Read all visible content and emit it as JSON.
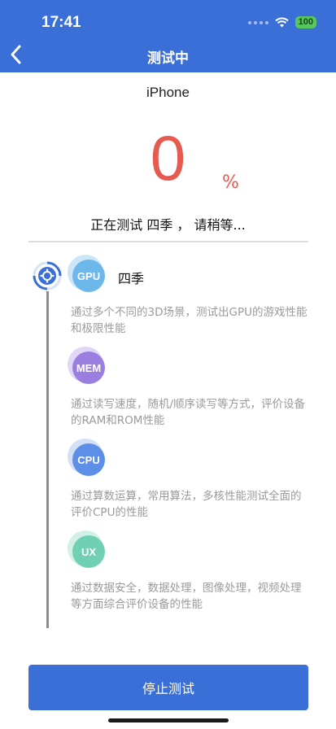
{
  "status_bar": {
    "time": "17:41",
    "battery": "100"
  },
  "nav": {
    "title": "测试中"
  },
  "device": {
    "name": "iPhone"
  },
  "progress": {
    "value": "0",
    "unit": "%"
  },
  "status_text": "正在测试 四季 ，  请稍等...",
  "tests": [
    {
      "badge": "GPU",
      "name": "四季",
      "color": "#6cb8ea",
      "ring": "#cde6f7",
      "desc": "通过多个不同的3D场景，测试出GPU的游戏性能和极限性能"
    },
    {
      "badge": "MEM",
      "name": "",
      "color": "#9b7fe0",
      "ring": "#e0d6f6",
      "desc": "通过读写速度，随机/顺序读写等方式，评价设备的RAM和ROM性能"
    },
    {
      "badge": "CPU",
      "name": "",
      "color": "#5d8fe6",
      "ring": "#d3e0f8",
      "desc": "通过算数运算，常用算法，多核性能测试全面的评价CPU的性能"
    },
    {
      "badge": "UX",
      "name": "",
      "color": "#6fd0b4",
      "ring": "#d2f0e6",
      "desc": "通过数据安全，数据处理，图像处理，视频处理等方面综合评价设备的性能"
    }
  ],
  "actions": {
    "stop_label": "停止测试"
  },
  "colors": {
    "header": "#3a6fd8",
    "accent_red": "#e55b4f"
  }
}
